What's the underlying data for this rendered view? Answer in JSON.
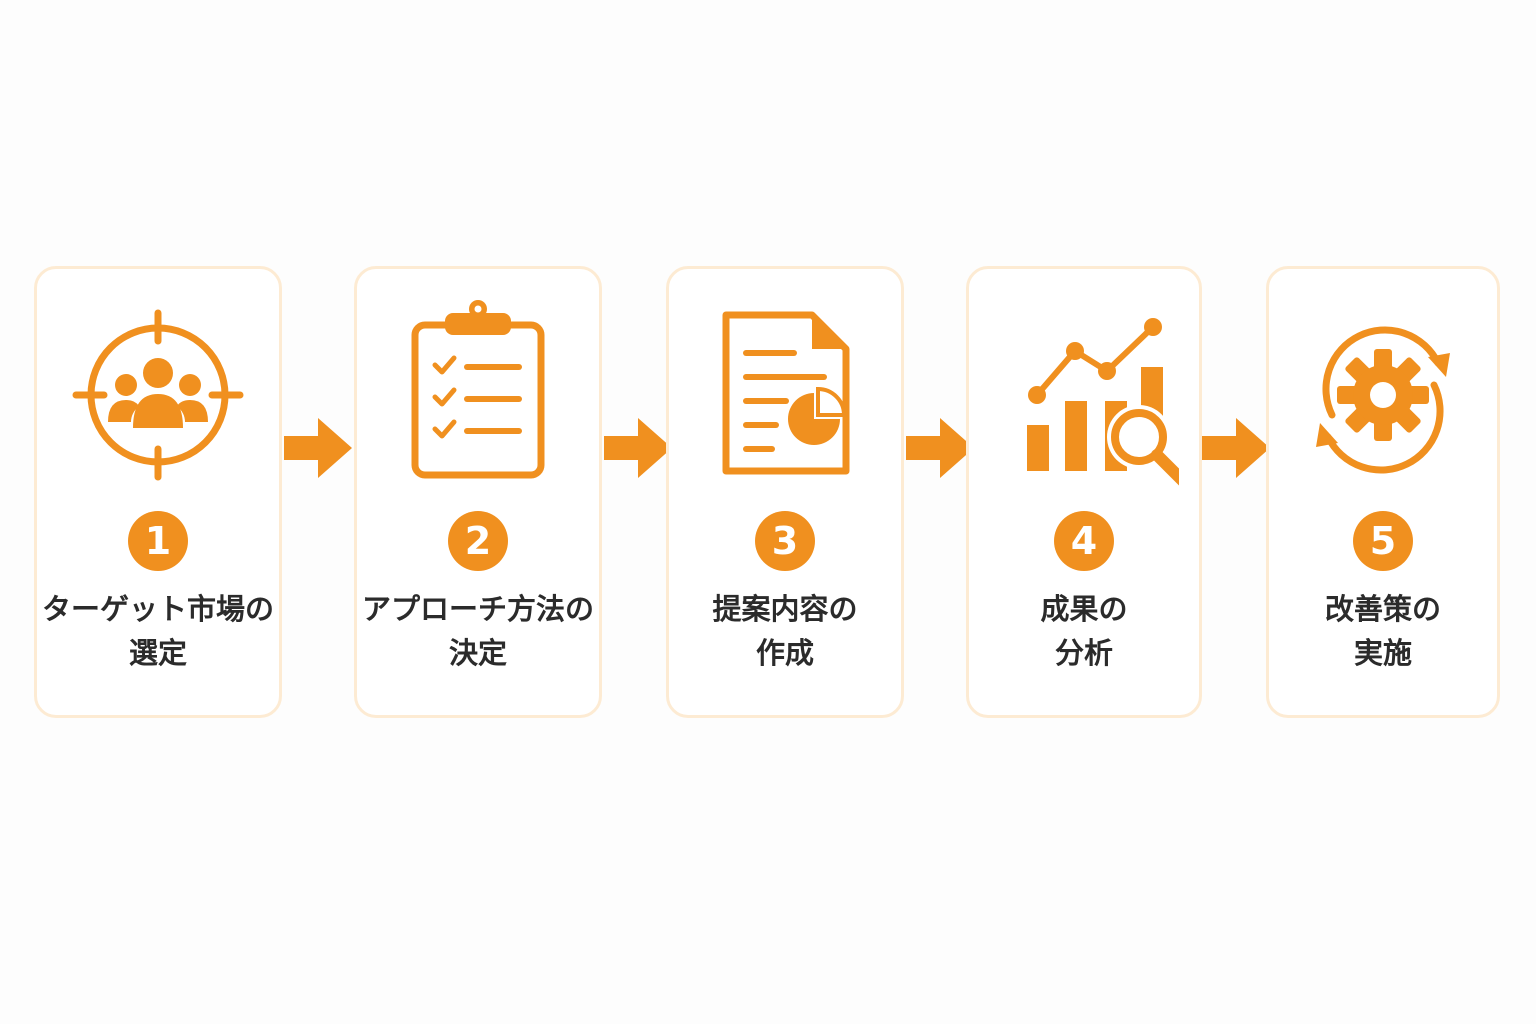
{
  "colors": {
    "accent": "#f0901f",
    "card_border": "#fdebd3",
    "text": "#2b2b2b"
  },
  "steps": [
    {
      "number": "1",
      "icon": "target-people-icon",
      "label_line1": "ターゲット市場の",
      "label_line2": "選定"
    },
    {
      "number": "2",
      "icon": "clipboard-checklist-icon",
      "label_line1": "アプローチ方法の",
      "label_line2": "決定"
    },
    {
      "number": "3",
      "icon": "document-chart-icon",
      "label_line1": "提案内容の",
      "label_line2": "作成"
    },
    {
      "number": "4",
      "icon": "chart-magnifier-icon",
      "label_line1": "成果の",
      "label_line2": "分析"
    },
    {
      "number": "5",
      "icon": "gear-cycle-icon",
      "label_line1": "改善策の",
      "label_line2": "実施"
    }
  ]
}
